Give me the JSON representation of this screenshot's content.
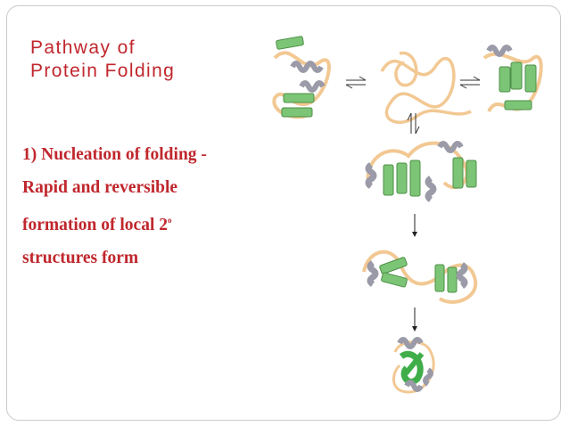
{
  "slide": {
    "title_lines": [
      "Pathway of",
      "Protein Folding"
    ],
    "body_lines": [
      "1) Nucleation of folding -",
      "Rapid and reversible",
      "formation of local 2",
      "structures form"
    ],
    "superscript": "o"
  },
  "colors": {
    "accent": "#c0272d",
    "strand": "#7cc576",
    "coil": "#f2c893",
    "helix": "#b8b8c4"
  },
  "icons": [
    "equilibrium-arrow-icon",
    "down-arrow-icon"
  ]
}
